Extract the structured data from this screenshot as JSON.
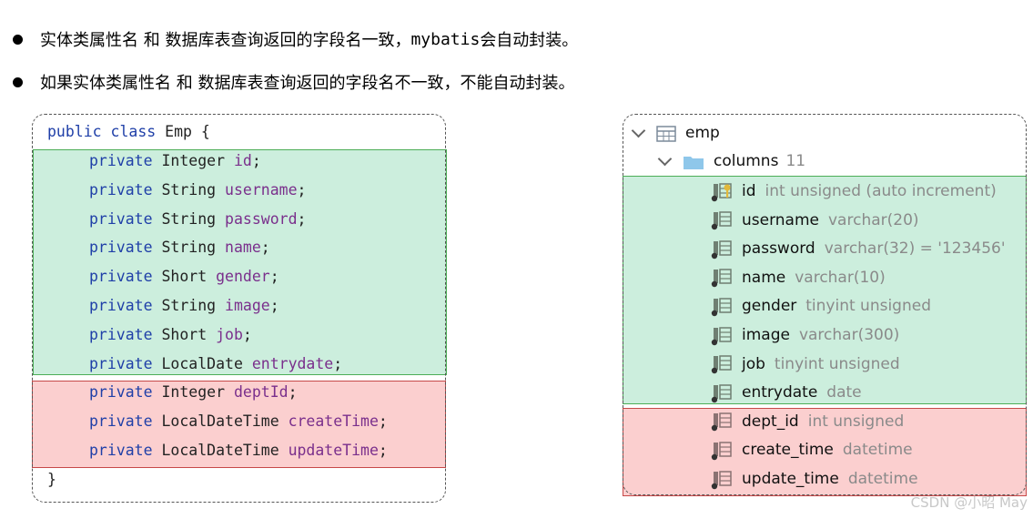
{
  "bullets": [
    {
      "prefix": "实体类属性名 和 数据库表查询返回的字段名一致，",
      "mono": "mybatis",
      "suffix": "会自动封装。"
    },
    {
      "prefix": "如果实体类属性名 和 数据库表查询返回的字段名不一致，不能自动封装。",
      "mono": "",
      "suffix": ""
    }
  ],
  "code": {
    "header": {
      "kw": "public class",
      "rest": " Emp {"
    },
    "fields": [
      {
        "kw": "private",
        "type": "Integer",
        "name": "id",
        "group": "green"
      },
      {
        "kw": "private",
        "type": "String",
        "name": "username",
        "group": "green"
      },
      {
        "kw": "private",
        "type": "String",
        "name": "password",
        "group": "green"
      },
      {
        "kw": "private",
        "type": "String",
        "name": "name",
        "group": "green"
      },
      {
        "kw": "private",
        "type": "Short",
        "name": "gender",
        "group": "green"
      },
      {
        "kw": "private",
        "type": "String",
        "name": "image",
        "group": "green"
      },
      {
        "kw": "private",
        "type": "Short",
        "name": "job",
        "group": "green"
      },
      {
        "kw": "private",
        "type": "LocalDate",
        "name": "entrydate",
        "group": "green"
      },
      {
        "kw": "private",
        "type": "Integer",
        "name": "deptId",
        "group": "red"
      },
      {
        "kw": "private",
        "type": "LocalDateTime",
        "name": "createTime",
        "group": "red"
      },
      {
        "kw": "private",
        "type": "LocalDateTime",
        "name": "updateTime",
        "group": "red"
      }
    ],
    "footer": "}"
  },
  "db": {
    "table_name": "emp",
    "columns_label": "columns",
    "columns_count": "11",
    "columns": [
      {
        "name": "id",
        "type": "int unsigned (auto increment)",
        "icon": "key-column-icon",
        "group": "green"
      },
      {
        "name": "username",
        "type": "varchar(20)",
        "icon": "column-icon",
        "group": "green"
      },
      {
        "name": "password",
        "type": "varchar(32) = '123456'",
        "icon": "column-icon",
        "group": "green"
      },
      {
        "name": "name",
        "type": "varchar(10)",
        "icon": "column-icon",
        "group": "green"
      },
      {
        "name": "gender",
        "type": "tinyint unsigned",
        "icon": "column-icon",
        "group": "green"
      },
      {
        "name": "image",
        "type": "varchar(300)",
        "icon": "column-icon",
        "group": "green"
      },
      {
        "name": "job",
        "type": "tinyint unsigned",
        "icon": "column-icon",
        "group": "green"
      },
      {
        "name": "entrydate",
        "type": "date",
        "icon": "column-icon",
        "group": "green"
      },
      {
        "name": "dept_id",
        "type": "int unsigned",
        "icon": "column-icon",
        "group": "red"
      },
      {
        "name": "create_time",
        "type": "datetime",
        "icon": "column-icon",
        "group": "red"
      },
      {
        "name": "update_time",
        "type": "datetime",
        "icon": "column-icon",
        "group": "red"
      }
    ]
  },
  "watermark": "CSDN @小昭 May",
  "colors": {
    "keyword": "#1f3fa8",
    "field": "#7a2f8c",
    "match_bg": "#cceedd",
    "mismatch_bg": "#fbcfcf"
  }
}
